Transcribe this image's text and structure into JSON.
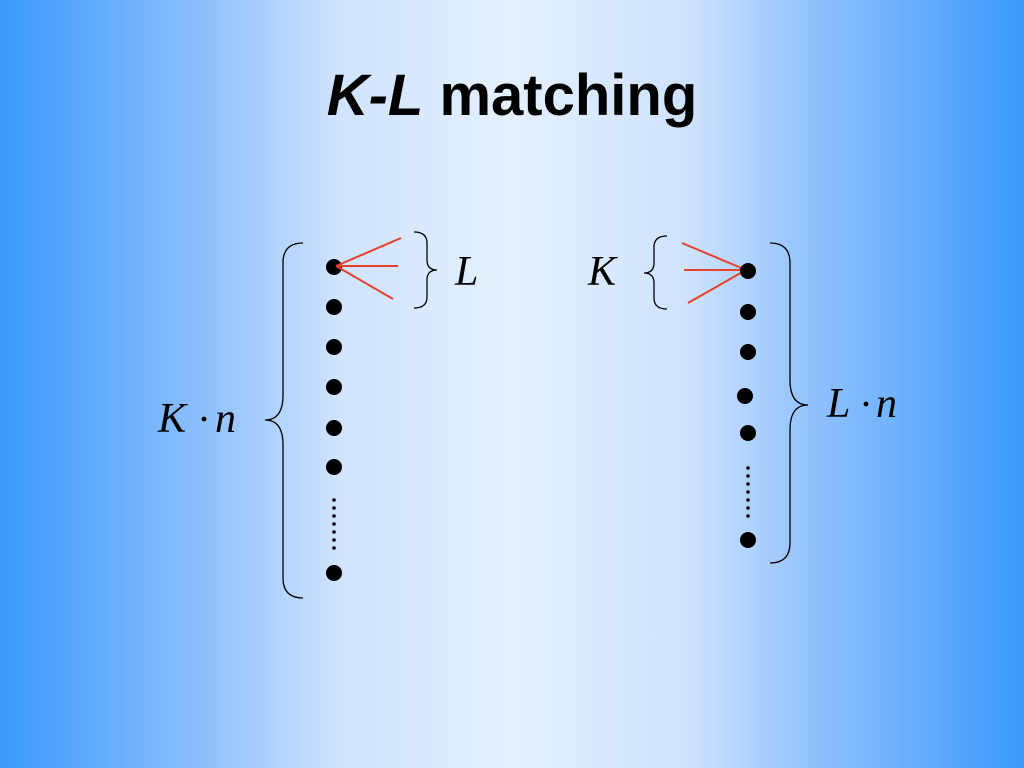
{
  "slide": {
    "title_part1": "K-L",
    "title_part2": " matching"
  },
  "diagram": {
    "left_set": {
      "bracket_label_K": "K",
      "bracket_label_n": "n",
      "edge_group_label": "L",
      "dot_count_visible": 7,
      "edge_count": 3
    },
    "right_set": {
      "bracket_label_L": "L",
      "bracket_label_n": "n",
      "edge_group_label": "K",
      "dot_count_visible": 6,
      "edge_count": 3
    },
    "colors": {
      "edge": "#e8402a",
      "dot": "#000000",
      "background_edge": "#3a99fb",
      "background_center": "#e4f0fe"
    }
  }
}
